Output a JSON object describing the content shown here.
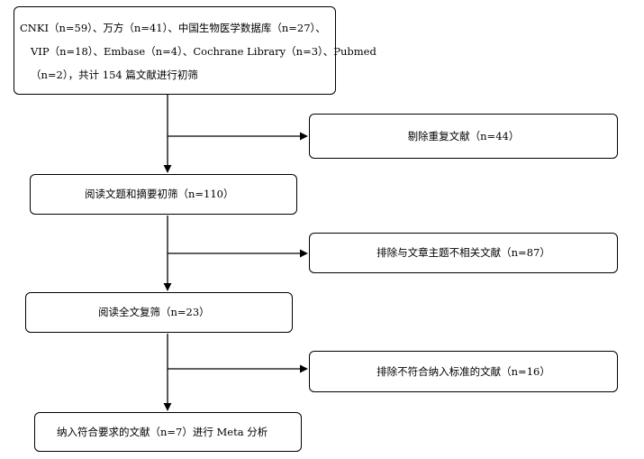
{
  "start": {
    "line1": "CNKI（n=59）、万方（n=41）、中国生物医学数据库（n=27）、",
    "line2": "VIP（n=18）、Embase（n=4）、Cochrane Library（n=3）、Pubmed",
    "line3": "（n=2），共计 154 篇文献进行初筛"
  },
  "excluded_1": "剔除重复文献（n=44）",
  "screen_title_abstract": "阅读文题和摘要初筛（n=110）",
  "excluded_2": "排除与文章主题不相关文献（n=87）",
  "full_text_review": "阅读全文复筛（n=23）",
  "excluded_3": "排除不符合纳入标准的文献（n=16）",
  "included": "纳入符合要求的文献（n=7）进行 Meta 分析"
}
